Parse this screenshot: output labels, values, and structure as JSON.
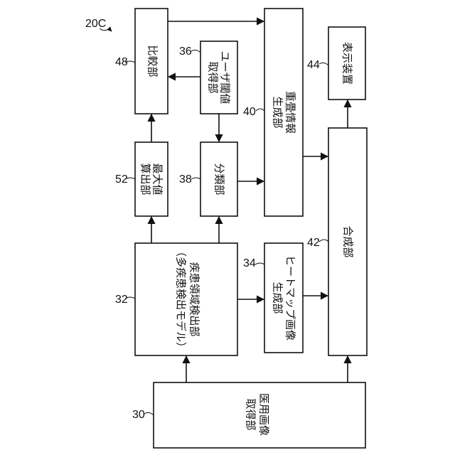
{
  "figure_ref": "20C",
  "blocks": {
    "medical_image_acquisition": {
      "number": "30",
      "lines": [
        "医用画像",
        "取得部"
      ]
    },
    "lesion_region_detection": {
      "number": "32",
      "lines": [
        "疾患領域検出部",
        "（多疾患検出モデル）"
      ]
    },
    "heatmap_generation": {
      "number": "34",
      "lines": [
        "ヒートマップ画像",
        "生成部"
      ]
    },
    "user_threshold_acquisition": {
      "number": "36",
      "lines": [
        "ユーザ閾値",
        "取得部"
      ]
    },
    "classification": {
      "number": "38",
      "lines": [
        "分類部"
      ]
    },
    "overlay_info_generation": {
      "number": "40",
      "lines": [
        "重畳情報",
        "生成部"
      ]
    },
    "composition": {
      "number": "42",
      "lines": [
        "合成部"
      ]
    },
    "display_device": {
      "number": "44",
      "lines": [
        "表示装置"
      ]
    },
    "comparison": {
      "number": "48",
      "lines": [
        "比較部"
      ]
    },
    "max_value_calculation": {
      "number": "52",
      "lines": [
        "最大値",
        "算出部"
      ]
    }
  }
}
